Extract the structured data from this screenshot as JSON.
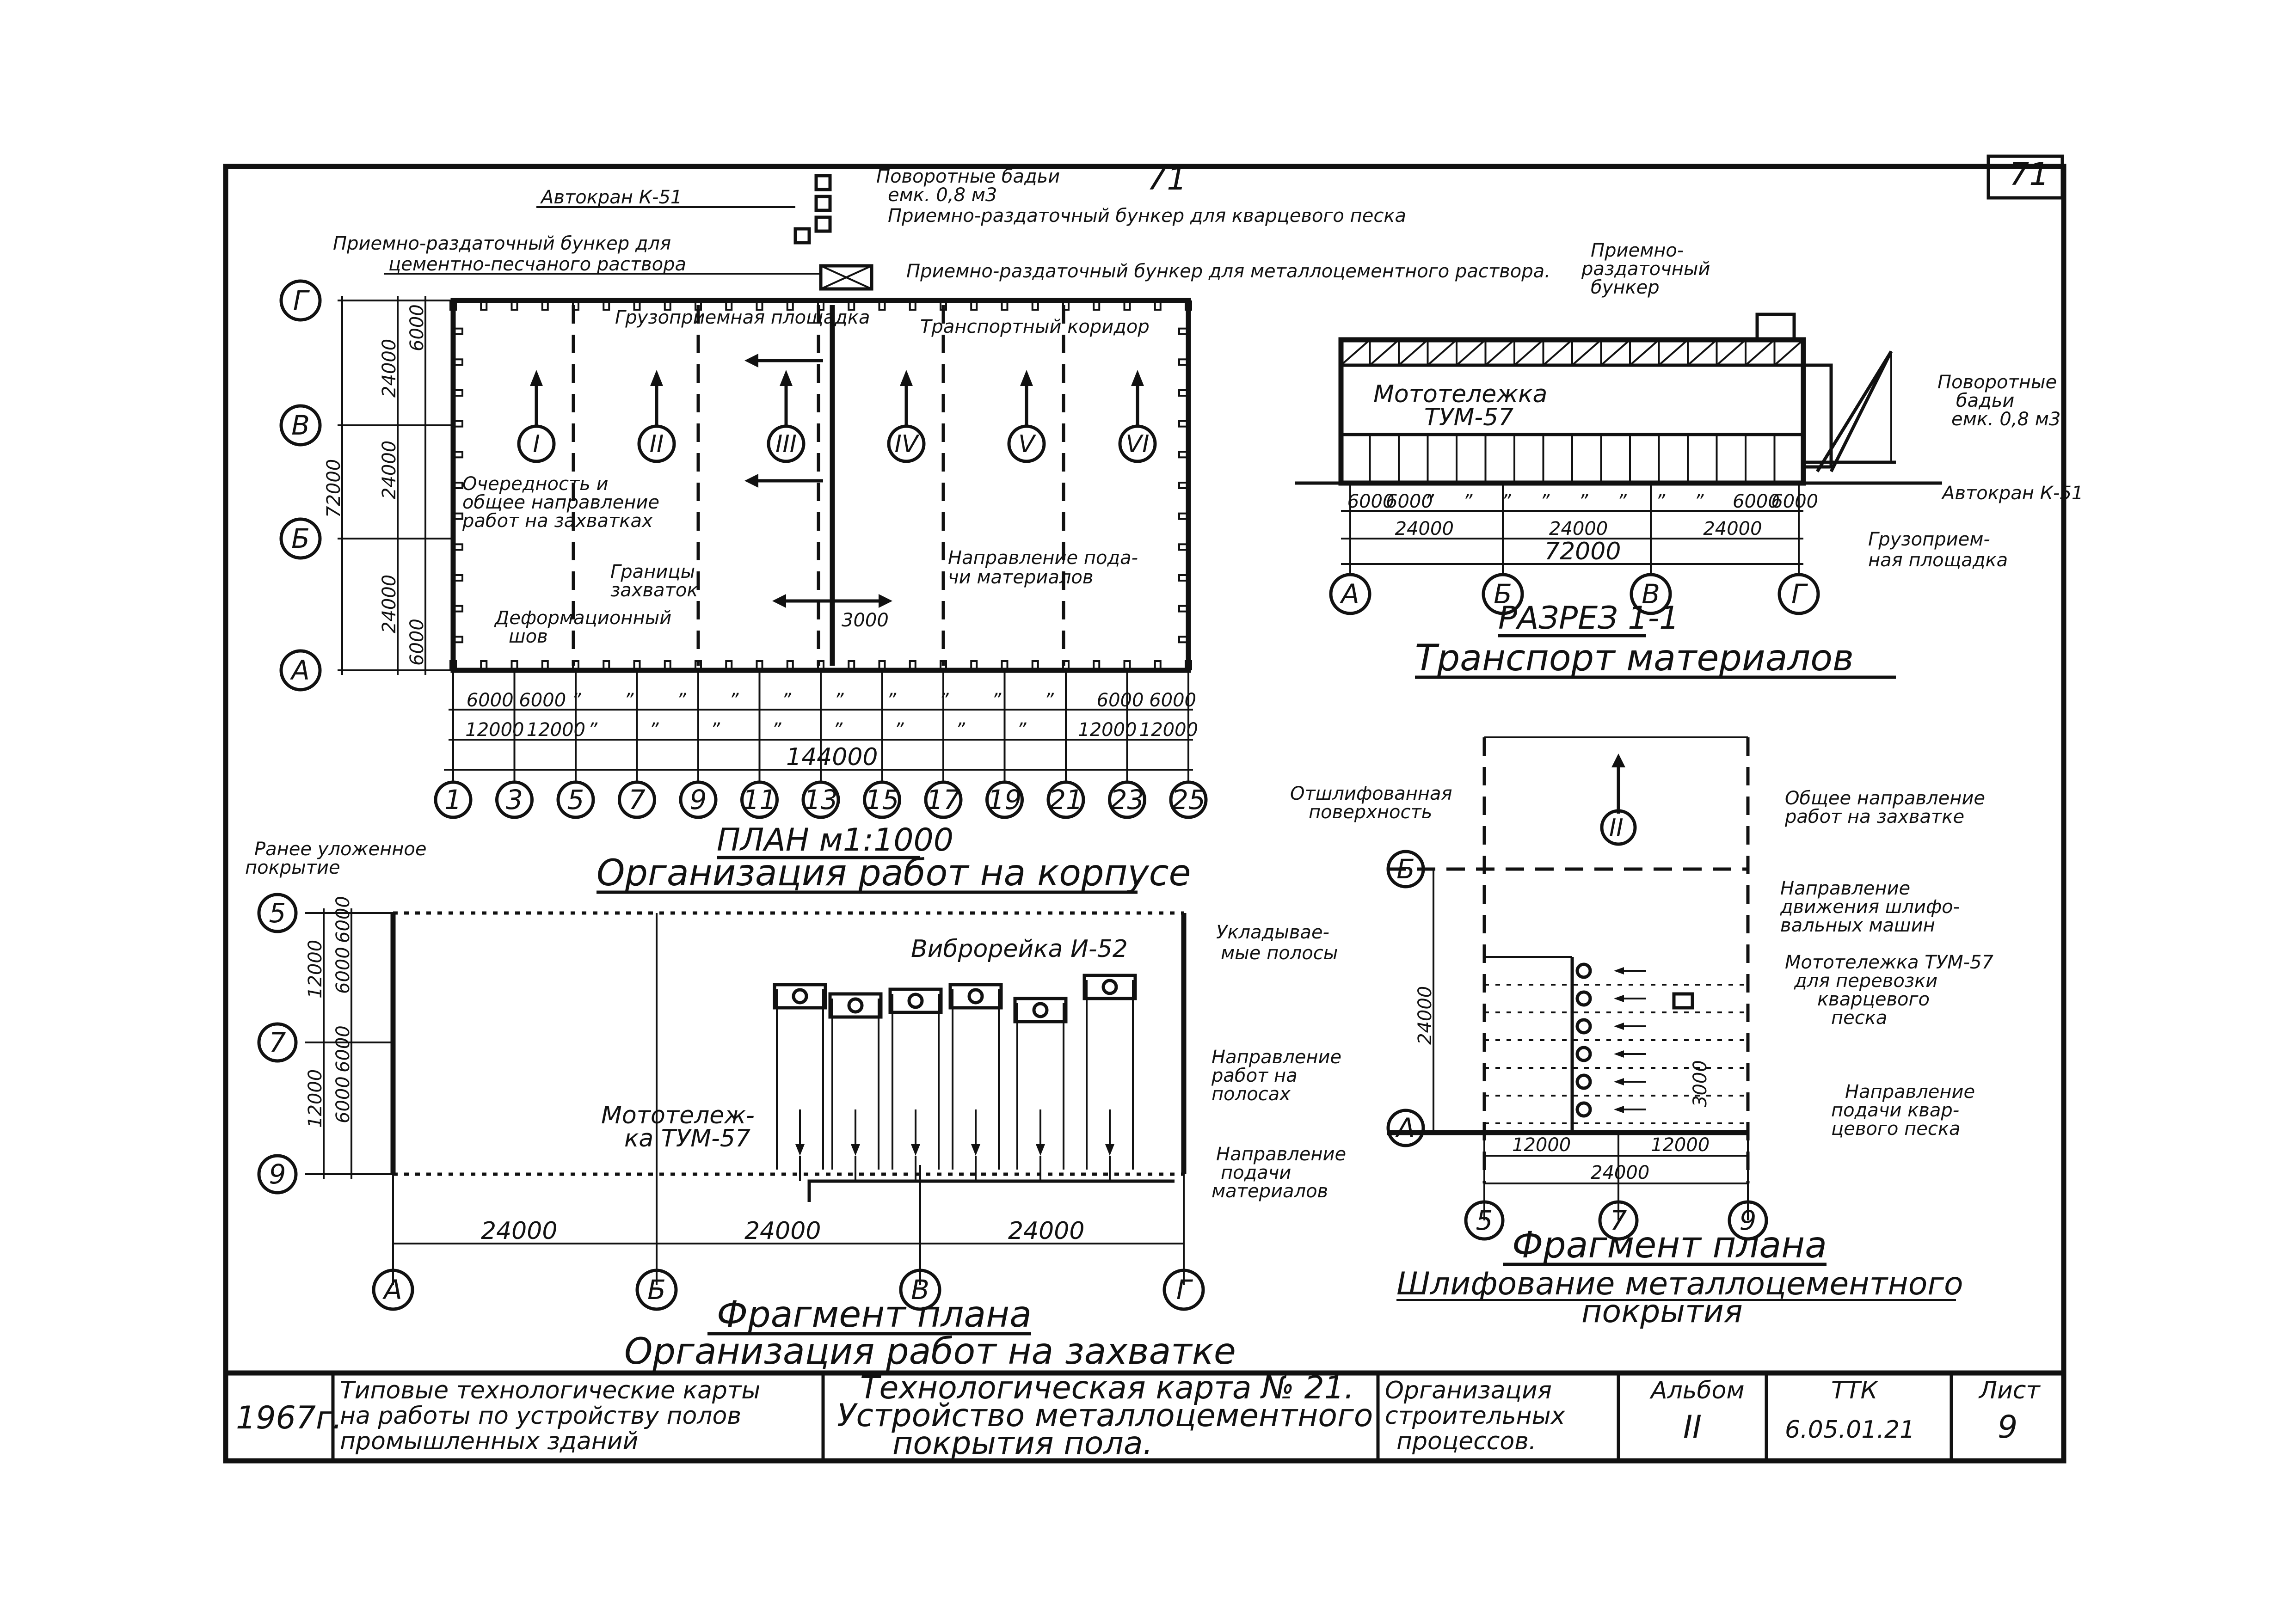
{
  "sheet": {
    "page_number": "71"
  },
  "plan": {
    "title": "ПЛАН м1:1000",
    "subtitle": "Организация работ на корпусе",
    "axes_letters": [
      "Г",
      "В",
      "Б",
      "А"
    ],
    "axes_numbers": [
      "1",
      "3",
      "5",
      "7",
      "9",
      "11",
      "13",
      "15",
      "17",
      "19",
      "21",
      "23",
      "25"
    ],
    "dims_left": [
      "6000",
      "6000",
      "24000",
      "”",
      "24000",
      "”",
      "24000",
      "6000",
      "6000",
      "72000"
    ],
    "dims_bottom_row1": [
      "6000",
      "6000",
      "”",
      "”",
      "”",
      "”",
      "”",
      "”",
      "”",
      "”",
      "”",
      "”",
      "6000",
      "6000"
    ],
    "dims_bottom_row2": [
      "12000",
      "12000",
      "”",
      "”",
      "”",
      "”",
      "”",
      "”",
      "”",
      "”",
      "12000",
      "12000"
    ],
    "dim_total": "144000",
    "joint_dim": "3000",
    "sections": [
      "I",
      "II",
      "III",
      "IV",
      "V",
      "VI"
    ],
    "labels": {
      "cranes": "Автокран К-51",
      "buckets": "Поворотные бадьи",
      "buckets_cap": "емк. 0,8 м3",
      "bunker_quartz": "Приемно-раздаточный бункер для кварцевого песка",
      "bunker_cement_line1": "Приемно-раздаточный бункер для",
      "bunker_cement_line2": "цементно-песчаного раствора",
      "bunker_metal": "Приемно-раздаточный бункер для металлоцементного раствора.",
      "unloading": "Грузоприемная площадка",
      "corridor": "Транспортный коридор",
      "sequence_line1": "Очередность и",
      "sequence_line2": "общее направление",
      "sequence_line3": "работ на захватках",
      "boundaries_line1": "Границы",
      "boundaries_line2": "захваток",
      "joint_line1": "Деформационный",
      "joint_line2": "шов",
      "supply_line1": "Направление пода-",
      "supply_line2": "чи материалов"
    }
  },
  "section": {
    "title": "РАЗРЕЗ 1-1",
    "subtitle": "Транспорт материалов",
    "axes": [
      "А",
      "Б",
      "В",
      "Г"
    ],
    "dims_row1": [
      "6000",
      "6000",
      "”",
      "”",
      "”",
      "”",
      "”",
      "”",
      "”",
      "”",
      "6000",
      "6000"
    ],
    "dims_row2": [
      "24000",
      "24000",
      "24000"
    ],
    "dim_total": "72000",
    "labels": {
      "bunker_line1": "Приемно-",
      "bunker_line2": "раздаточный",
      "bunker_line3": "бункер",
      "cart_line1": "Мототележка",
      "cart_line2": "ТУМ-57",
      "buckets_line1": "Поворотные",
      "buckets_line2": "бадьи",
      "buckets_line3": "емк. 0,8 м3",
      "crane": "Автокран К-51",
      "unloading_line1": "Грузоприем-",
      "unloading_line2": "ная площадка"
    }
  },
  "fragment1": {
    "title": "Фрагмент плана",
    "subtitle": "Организация работ на захватке",
    "axes_rows": [
      "5",
      "7",
      "9"
    ],
    "axes_cols": [
      "А",
      "Б",
      "В",
      "Г"
    ],
    "dims_left": [
      "6000",
      "6000",
      "12000",
      "6000",
      "6000",
      "12000"
    ],
    "dims_bottom": [
      "24000",
      "24000",
      "24000"
    ],
    "labels": {
      "previous_line1": "Ранее уложенное",
      "previous_line2": "покрытие",
      "vibro": "Виброрейка И-52",
      "strips_line1": "Укладывае-",
      "strips_line2": "мые полосы",
      "direction_line1": "Направление",
      "direction_line2": "работ на",
      "direction_line3": "полосах",
      "supply_line1": "Направление",
      "supply_line2": "подачи",
      "supply_line3": "материалов",
      "cart_line1": "Мототележ-",
      "cart_line2": "ка ТУМ-57"
    }
  },
  "fragment2": {
    "title": "Фрагмент плана",
    "subtitle_line1": "Шлифование металлоцементного",
    "subtitle_line2": "покрытия",
    "axes_rows": [
      "Б",
      "А"
    ],
    "axes_cols": [
      "5",
      "7",
      "9"
    ],
    "section_mark": "II",
    "dims_left": [
      "24000"
    ],
    "dims_bottom": [
      "12000",
      "12000"
    ],
    "dim_total": "24000",
    "dim_small": "3000",
    "labels": {
      "ground_line1": "Отшлифованная",
      "ground_line2": "поверхность",
      "general_line1": "Общее направление",
      "general_line2": "работ на захватке",
      "machines_line1": "Направление",
      "machines_line2": "движения шлифо-",
      "machines_line3": "вальных машин",
      "cart_line1": "Мототележка ТУМ-57",
      "cart_line2": "для перевозки",
      "cart_line3": "кварцевого",
      "cart_line4": "песка",
      "supply_line1": "Направление",
      "supply_line2": "подачи квар-",
      "supply_line3": "цевого песка"
    }
  },
  "title_block": {
    "year": "1967г.",
    "series_line1": "Типовые технологические карты",
    "series_line2": "на работы по устройству полов",
    "series_line3": "промышленных зданий",
    "card_line1": "Технологическая карта № 21.",
    "card_line2": "Устройство металлоцементного",
    "card_line3": "покрытия пола.",
    "process_line1": "Организация",
    "process_line2": "строительных",
    "process_line3": "процессов.",
    "album_label": "Альбом",
    "album_value": "II",
    "code_label": "ТТК",
    "code_value": "6.05.01.21",
    "sheet_label": "Лист",
    "sheet_value": "9"
  }
}
